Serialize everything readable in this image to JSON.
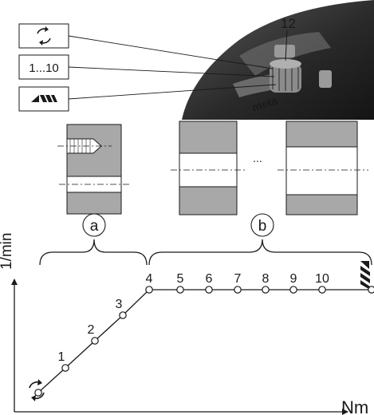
{
  "photo": {
    "part_number": "12",
    "brand_fragment": "meta"
  },
  "legend": {
    "items": [
      {
        "icon": "rotation-arrows-icon",
        "text": ""
      },
      {
        "icon": "",
        "text": "1...10"
      },
      {
        "icon": "drill-mode-icon",
        "text": ""
      }
    ]
  },
  "applications": {
    "group_a_label": "a",
    "group_b_label": "b",
    "ellipsis": "..."
  },
  "graph": {
    "y_axis_label": "1/min",
    "x_axis_label": "Nm",
    "start_icon": "rotation-arrows-icon",
    "end_icon": "drill-mode-icon",
    "points": [
      "1",
      "2",
      "3",
      "4",
      "5",
      "6",
      "7",
      "8",
      "9",
      "10"
    ],
    "colors": {
      "stroke": "#1a1a1a",
      "fill_gray": "#a8a8a8"
    }
  }
}
